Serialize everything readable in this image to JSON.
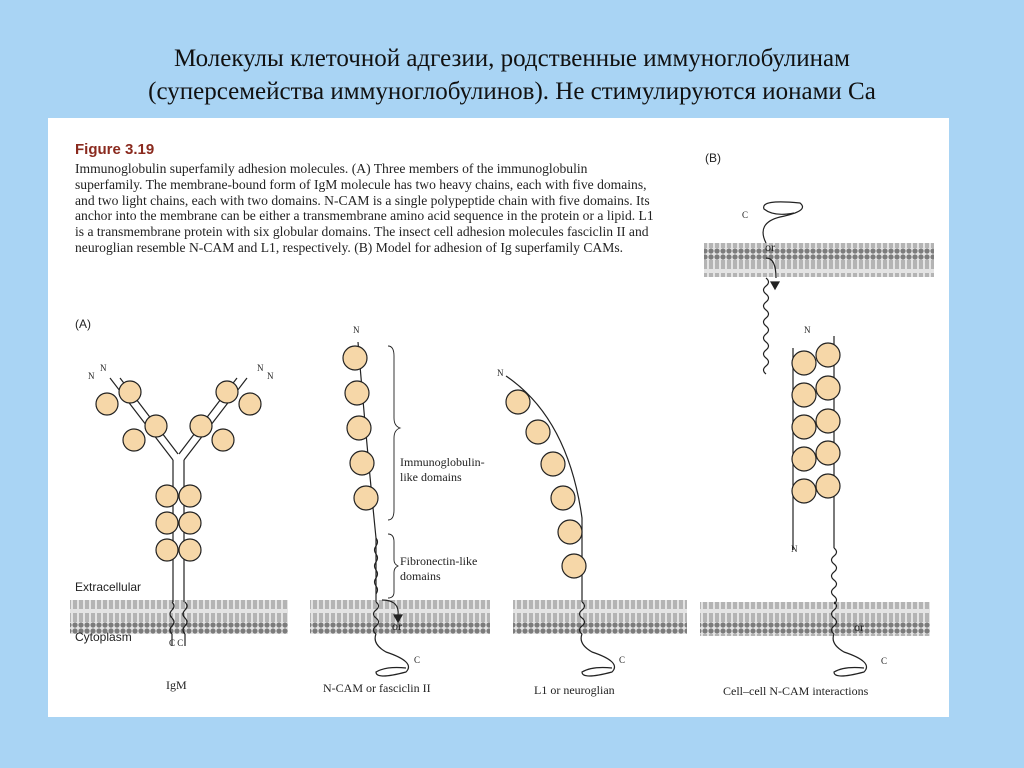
{
  "slide": {
    "title_line1": "Молекулы клеточной адгезии, родственные иммуноглобулинам",
    "title_line2": "(суперсемейства иммуноглобулинов). Не стимулируются ионами Са"
  },
  "figure": {
    "label": "Figure 3.19",
    "caption": "Immunoglobulin superfamily adhesion molecules. (A) Three members of the immunoglobulin superfamily. The membrane-bound form of IgM molecule has two heavy chains, each with five domains, and two light chains, each with two domains. N-CAM is a single polypeptide chain with five domains. Its anchor into the membrane can be either a transmembrane amino acid sequence in the protein or a lipid. L1 is a transmembrane protein with six globular domains. The insect cell adhesion molecules fasciclin II and neuroglian resemble N-CAM and L1, respectively. (B) Model for adhesion of Ig superfamily CAMs.",
    "panel_a": "(A)",
    "panel_b": "(B)",
    "labels": {
      "extracellular": "Extracellular",
      "cytoplasm": "Cytoplasm",
      "ig_domains": "Immunoglobulin-like domains",
      "fn_domains": "Fibronectin-like domains",
      "or": "or",
      "n": "N",
      "c": "C",
      "cc": "C C"
    },
    "molecules": [
      "IgM",
      "N-CAM or fasciclin II",
      "L1 or neuroglian",
      "Cell–cell N-CAM interactions"
    ]
  },
  "colors": {
    "background": "#a9d4f4",
    "domain_fill": "#f6d7a8",
    "membrane": "#8a8a8a",
    "membrane_bg": "#d5d5d5"
  }
}
